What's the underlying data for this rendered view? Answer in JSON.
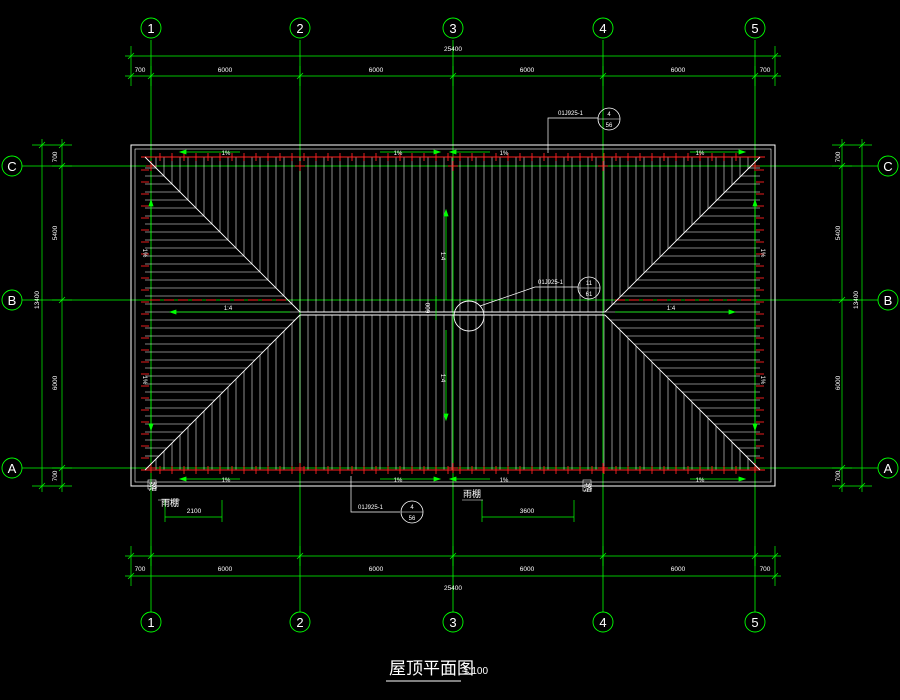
{
  "drawing": {
    "title": "屋顶平面图",
    "scale": "1:100",
    "colors": {
      "background": "#000000",
      "grid_axis": "#00ff00",
      "dimension": "#00ff00",
      "roof_outline": "#ffffff",
      "ridge_hip": "#ffffff",
      "roof_tiles": "#ffffff",
      "gutter_marks": "#ff0000",
      "text": "#ffffff"
    },
    "grid_columns": [
      "1",
      "2",
      "3",
      "4",
      "5"
    ],
    "grid_rows": [
      "C",
      "B",
      "A"
    ],
    "dims_top": {
      "overall": "25400",
      "segments": [
        "700",
        "6000",
        "6000",
        "6000",
        "6000",
        "700"
      ]
    },
    "dims_bottom": {
      "overall": "25400",
      "segments": [
        "700",
        "6000",
        "6000",
        "6000",
        "6000",
        "700"
      ]
    },
    "dims_left": {
      "overall": "13400",
      "segments": [
        "700",
        "5400",
        "6000",
        "700"
      ]
    },
    "dims_right": {
      "overall": "13400",
      "segments": [
        "700",
        "5400",
        "6000",
        "700"
      ]
    },
    "detail_callouts": [
      {
        "ref": "01J925-1",
        "num": "4",
        "sheet": "56"
      },
      {
        "ref": "01J925-1",
        "num": "11",
        "sheet": "61"
      },
      {
        "ref": "01J925-1",
        "num": "4",
        "sheet": "56"
      }
    ],
    "slopes": {
      "eave": "1%",
      "roof": "1:4"
    },
    "center_dim": "600",
    "labels": {
      "rain_shelter_left": "雨棚",
      "rain_shelter_right": "雨棚",
      "pipe_left": "落",
      "pipe_right": "落"
    },
    "canopy_dims": {
      "left": "2100",
      "right": "3600"
    }
  }
}
